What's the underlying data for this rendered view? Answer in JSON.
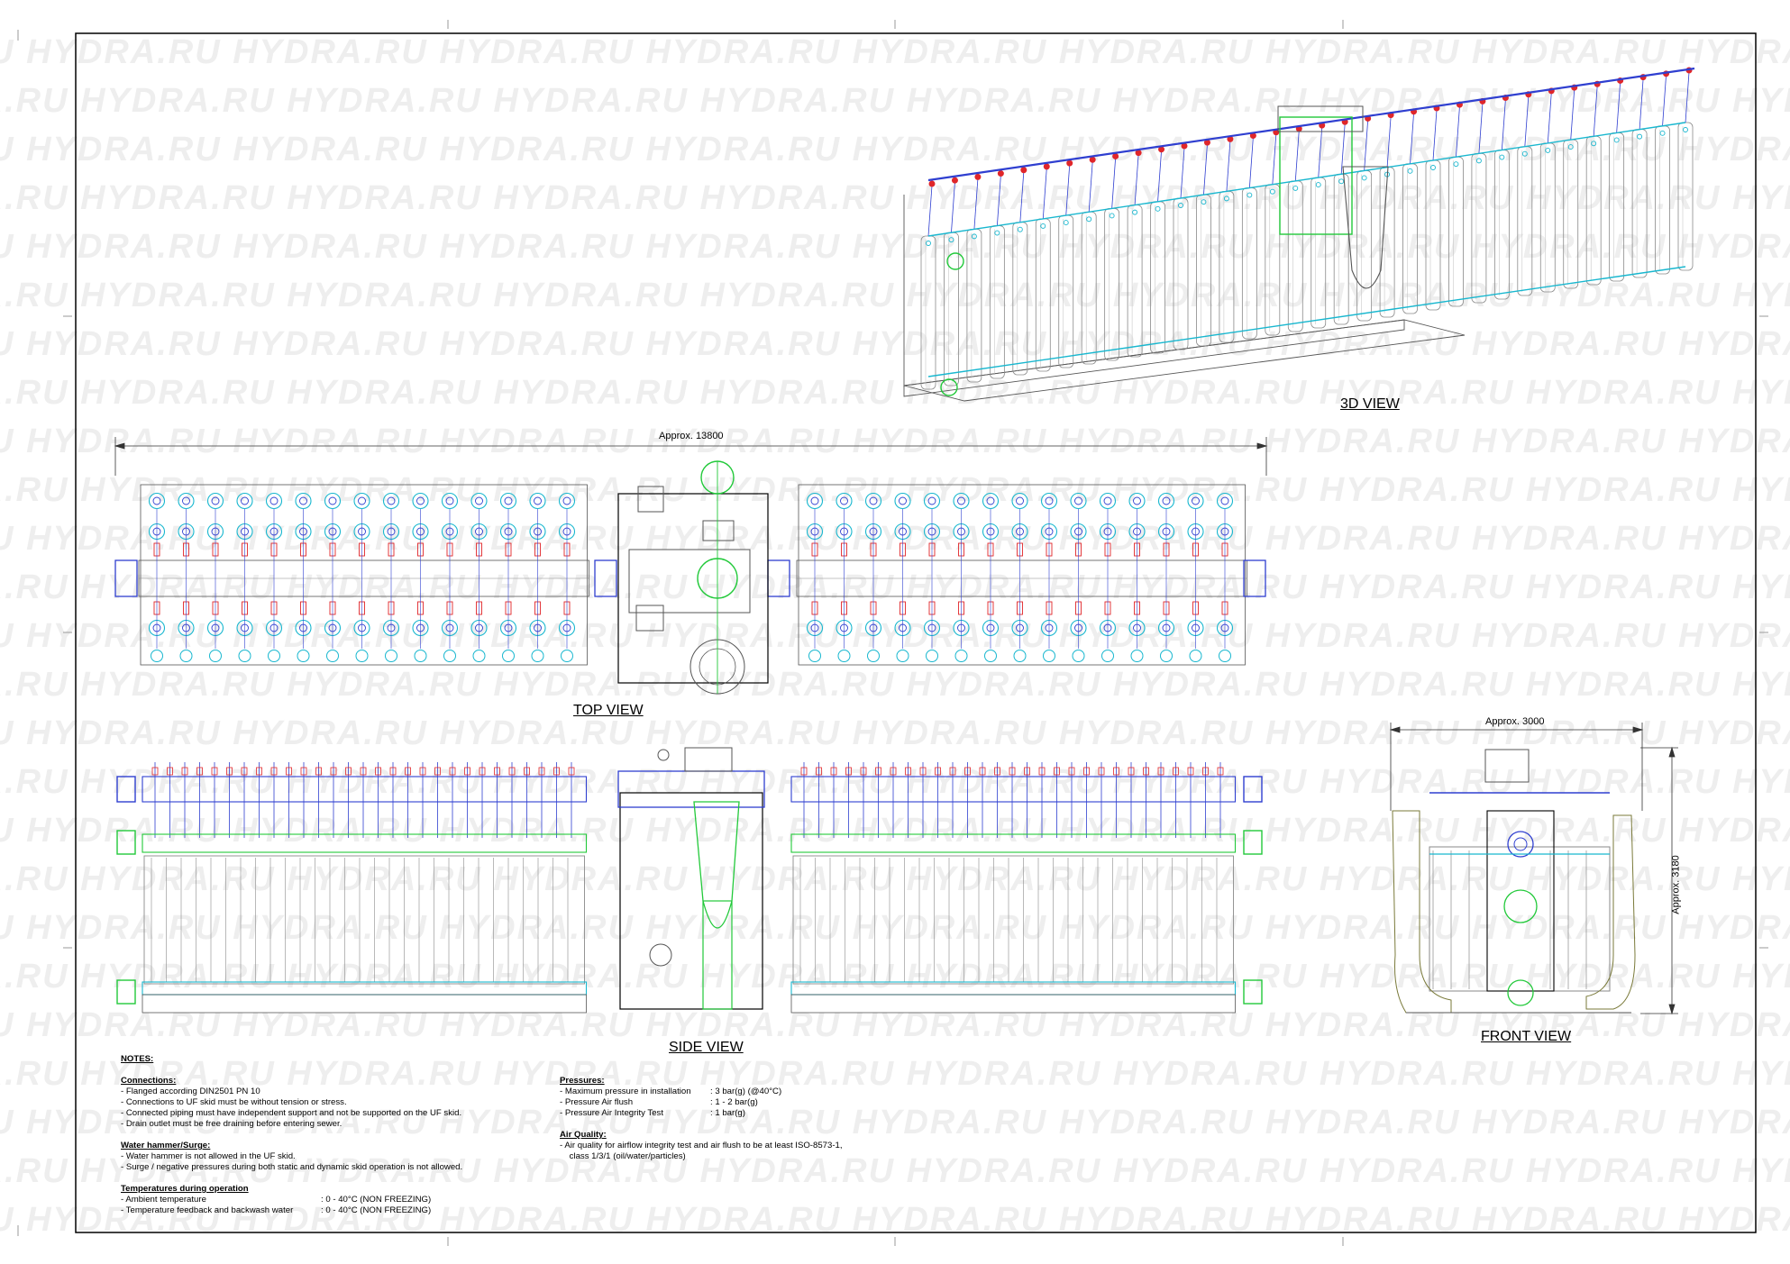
{
  "watermark": "HYDRA.RU",
  "colors": {
    "line": "#555555",
    "membrane": "#8a8a8a",
    "blue": "#2f3fd0",
    "cyan": "#18b7cf",
    "green": "#22c93a",
    "red": "#e0262a",
    "frame": "#000000"
  },
  "views": {
    "view_3d": "3D VIEW",
    "top": "TOP VIEW",
    "side": "SIDE VIEW",
    "front": "FRONT VIEW"
  },
  "dimensions": {
    "length": "Approx. 13800",
    "width": "Approx. 3000",
    "height": "Approx. 3180"
  },
  "notes": {
    "title": "NOTES:",
    "connections": {
      "heading": "Connections:",
      "items": [
        "-  Flanged according DIN2501 PN 10",
        "-  Connections to UF skid must be without tension or stress.",
        "-  Connected piping must have independent support and not be supported on the UF skid.",
        "-  Drain outlet must be free draining before entering sewer."
      ]
    },
    "water_hammer": {
      "heading": "Water hammer/Surge:",
      "items": [
        "-  Water hammer is not allowed in the UF skid.",
        "-  Surge / negative pressures during both static and dynamic skid operation is not allowed."
      ]
    },
    "temperatures": {
      "heading": "Temperatures during operation",
      "items": [
        {
          "label": "-  Ambient temperature",
          "value": ": 0 - 40°C (NON FREEZING)"
        },
        {
          "label": "-  Temperature feedback and backwash water",
          "value": ": 0 - 40°C (NON FREEZING)"
        }
      ]
    },
    "pressures": {
      "heading": "Pressures:",
      "items": [
        {
          "label": "-  Maximum pressure in installation",
          "value": ": 3 bar(g) (@40°C)"
        },
        {
          "label": "-  Pressure Air flush",
          "value": ": 1 - 2 bar(g)"
        },
        {
          "label": "-  Pressure Air Integrity Test",
          "value": ": 1 bar(g)"
        }
      ]
    },
    "air_quality": {
      "heading": "Air Quality:",
      "items": [
        "-  Air quality for airflow integrity test and air flush to be at least ISO-8573-1,",
        "    class 1/3/1 (oil/water/particles)"
      ]
    }
  }
}
